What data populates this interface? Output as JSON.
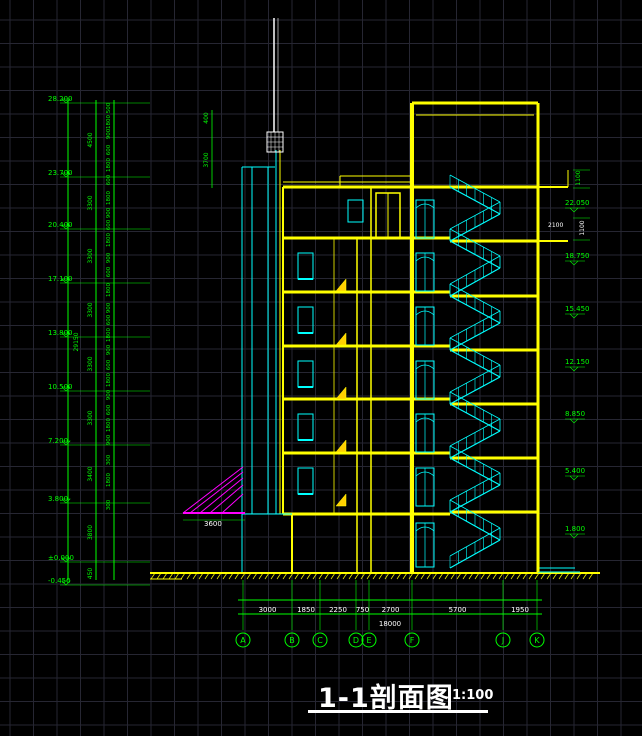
{
  "title": {
    "main": "1-1剖面图",
    "scale": "1:100"
  },
  "colors": {
    "bg": "#000000",
    "grid": "#262632",
    "wall": "#ffff00",
    "stair": "#00ffff",
    "dim": "#00ff00",
    "window": "#00ffff",
    "text": "#ffffff",
    "magenta": "#ff00ff"
  },
  "elevations_left": [
    "28.200",
    "23.700",
    "20.400",
    "17.100",
    "13.800",
    "10.500",
    "7.200",
    "3.800",
    "±0.000",
    "-0.450"
  ],
  "left_dim_col1": [
    "4500",
    "3300",
    "3300",
    "3300",
    "3300",
    "3300",
    "3400",
    "3800",
    "450"
  ],
  "left_total": "29150",
  "left_dim_col2": [
    "500",
    "1800",
    "900",
    "600",
    "1800",
    "600",
    "1800",
    "900",
    "600",
    "1800",
    "900",
    "600",
    "1800",
    "900",
    "600",
    "1800",
    "900",
    "600",
    "1800",
    "900",
    "600",
    "1800",
    "900",
    "300",
    "1800",
    "300"
  ],
  "mast_dims": [
    "400",
    "3700"
  ],
  "elevations_right": [
    "22.050",
    "18.750",
    "15.450",
    "12.150",
    "8.850",
    "5.400",
    "1.800"
  ],
  "right_dims": [
    "1100",
    "2100",
    "1100"
  ],
  "canopy_dim": "3600",
  "bottom_dims": [
    "3000",
    "1850",
    "2250",
    "750",
    "2700",
    "5700",
    "1950"
  ],
  "bottom_total": "18000",
  "axes": [
    "A",
    "B",
    "C",
    "D",
    "E",
    "F",
    "J",
    "K"
  ]
}
